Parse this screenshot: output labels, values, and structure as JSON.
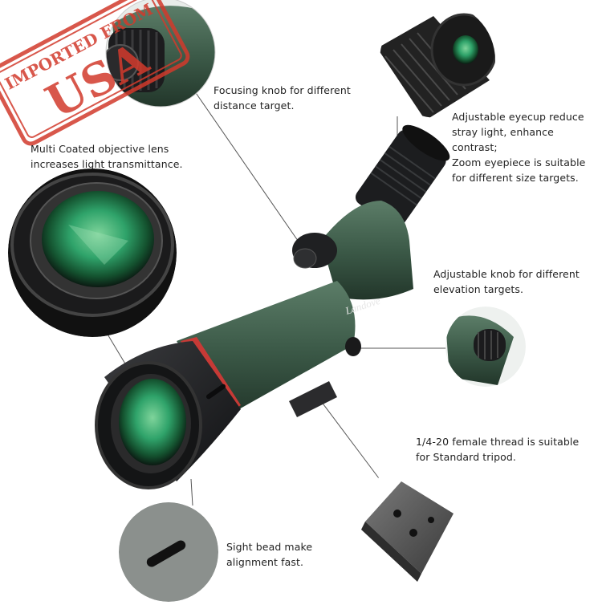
{
  "stamp": {
    "line1": "IMPORTED FROM",
    "line2": "USA",
    "color": "#d23a2c"
  },
  "brand_logo": "Landove",
  "captions": {
    "focus": "Focusing knob for different\ndistance target.",
    "eyecup": "Adjustable eyecup reduce\nstray light, enhance contrast;\nZoom eyepiece is suitable\nfor different size targets.",
    "objective": "Multi Coated objective lens\nincreases light transmittance.",
    "elevation": "Adjustable knob for different\nelevation targets.",
    "thread": "1/4-20 female thread is suitable\nfor Standard tripod.",
    "sight": "Sight bead make\nalignment fast."
  },
  "colors": {
    "body_green": "#3c5a48",
    "lens_green": "#2fa36a",
    "rubber": "#1e1f21",
    "accent_red": "#c73a36"
  }
}
